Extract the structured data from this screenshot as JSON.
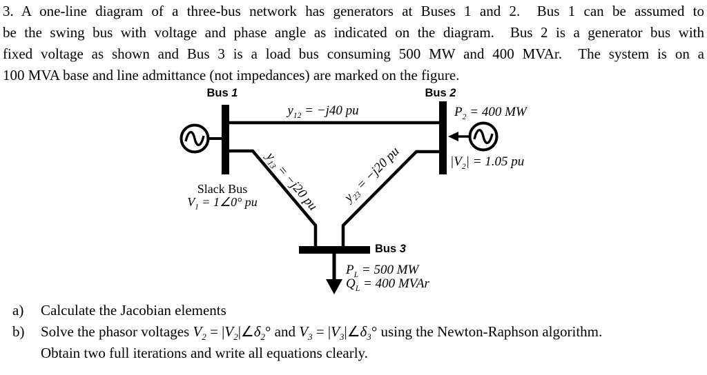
{
  "colors": {
    "ink": "#000000",
    "background": "#ffffff"
  },
  "problem": {
    "lines": [
      "3. A one-line diagram of a three-bus network has generators at Buses 1 and 2.  Bus 1 can be assumed to",
      "be the swing bus with voltage and phase angle as indicated on the diagram.  Bus 2 is a generator bus with",
      "fixed voltage as shown and Bus 3 is a load bus consuming 500 MW and 400 MVAr.  The system is on a",
      "100 MVA base and line admittance (not impedances) are marked on the figure."
    ]
  },
  "diagram": {
    "bus1": {
      "prefix": "Bus ",
      "num": "1"
    },
    "bus2": {
      "prefix": "Bus ",
      "num": "2"
    },
    "bus3": {
      "prefix": "Bus ",
      "num": "3"
    },
    "slack_title": "Slack Bus",
    "v1": [
      {
        "t": "V"
      },
      {
        "t": "1",
        "s": true
      },
      {
        "t": " = 1∠0° pu"
      }
    ],
    "y12": [
      {
        "t": "y"
      },
      {
        "t": "12",
        "s": true
      },
      {
        "t": " = −j40 pu"
      }
    ],
    "y13": [
      {
        "t": "y"
      },
      {
        "t": "13",
        "s": true
      },
      {
        "t": " = −j20 pu"
      }
    ],
    "y23": [
      {
        "t": "y"
      },
      {
        "t": "23",
        "s": true
      },
      {
        "t": " = −j20 pu"
      }
    ],
    "p2": [
      {
        "t": "P"
      },
      {
        "t": "2",
        "s": true
      },
      {
        "t": " = 400 MW"
      }
    ],
    "v2": [
      {
        "t": "|V"
      },
      {
        "t": "2",
        "s": true
      },
      {
        "t": "| = 1.05 pu"
      }
    ],
    "pl": [
      {
        "t": "P"
      },
      {
        "t": "L",
        "s": true
      },
      {
        "t": " = 500 MW"
      }
    ],
    "ql": [
      {
        "t": "Q"
      },
      {
        "t": "L",
        "s": true
      },
      {
        "t": " = 400 MVAr"
      }
    ]
  },
  "questions": {
    "a_marker": "a)",
    "a_text": "Calculate the Jacobian elements",
    "b_marker": "b)",
    "b_rich": [
      {
        "t": "Solve the phasor voltages "
      },
      {
        "t": "V",
        "i": true
      },
      {
        "t": "2",
        "s": true
      },
      {
        "t": " = |"
      },
      {
        "t": "V",
        "i": true
      },
      {
        "t": "2",
        "s": true
      },
      {
        "t": "|∠"
      },
      {
        "t": "δ",
        "i": true
      },
      {
        "t": "2",
        "s": true
      },
      {
        "t": "° and "
      },
      {
        "t": "V",
        "i": true
      },
      {
        "t": "3",
        "s": true
      },
      {
        "t": " = |"
      },
      {
        "t": "V",
        "i": true
      },
      {
        "t": "3",
        "s": true
      },
      {
        "t": "|∠"
      },
      {
        "t": "δ",
        "i": true
      },
      {
        "t": "3",
        "s": true
      },
      {
        "t": "° using the Newton-Raphson algorithm."
      }
    ],
    "b_line2": "Obtain two full iterations and write all equations clearly."
  }
}
